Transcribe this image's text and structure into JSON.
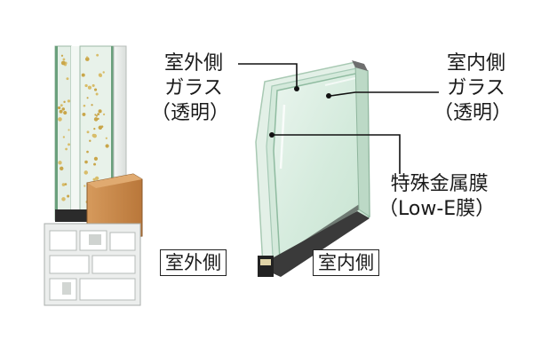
{
  "labels": {
    "outer_glass": [
      "室外側",
      "ガラス",
      "（透明）"
    ],
    "inner_glass": [
      "室内側",
      "ガラス",
      "（透明）"
    ],
    "coating": [
      "特殊金属膜",
      "（Low-E膜）"
    ],
    "outside_tag": "室外側",
    "inside_tag": "室内側"
  },
  "colors": {
    "glass_tint": "#dbeee2",
    "glass_edge": "#9fc5b0",
    "frame_wood": "#c98a4b",
    "spacer_dark": "#2b2b2b",
    "leader_line": "#111111"
  }
}
